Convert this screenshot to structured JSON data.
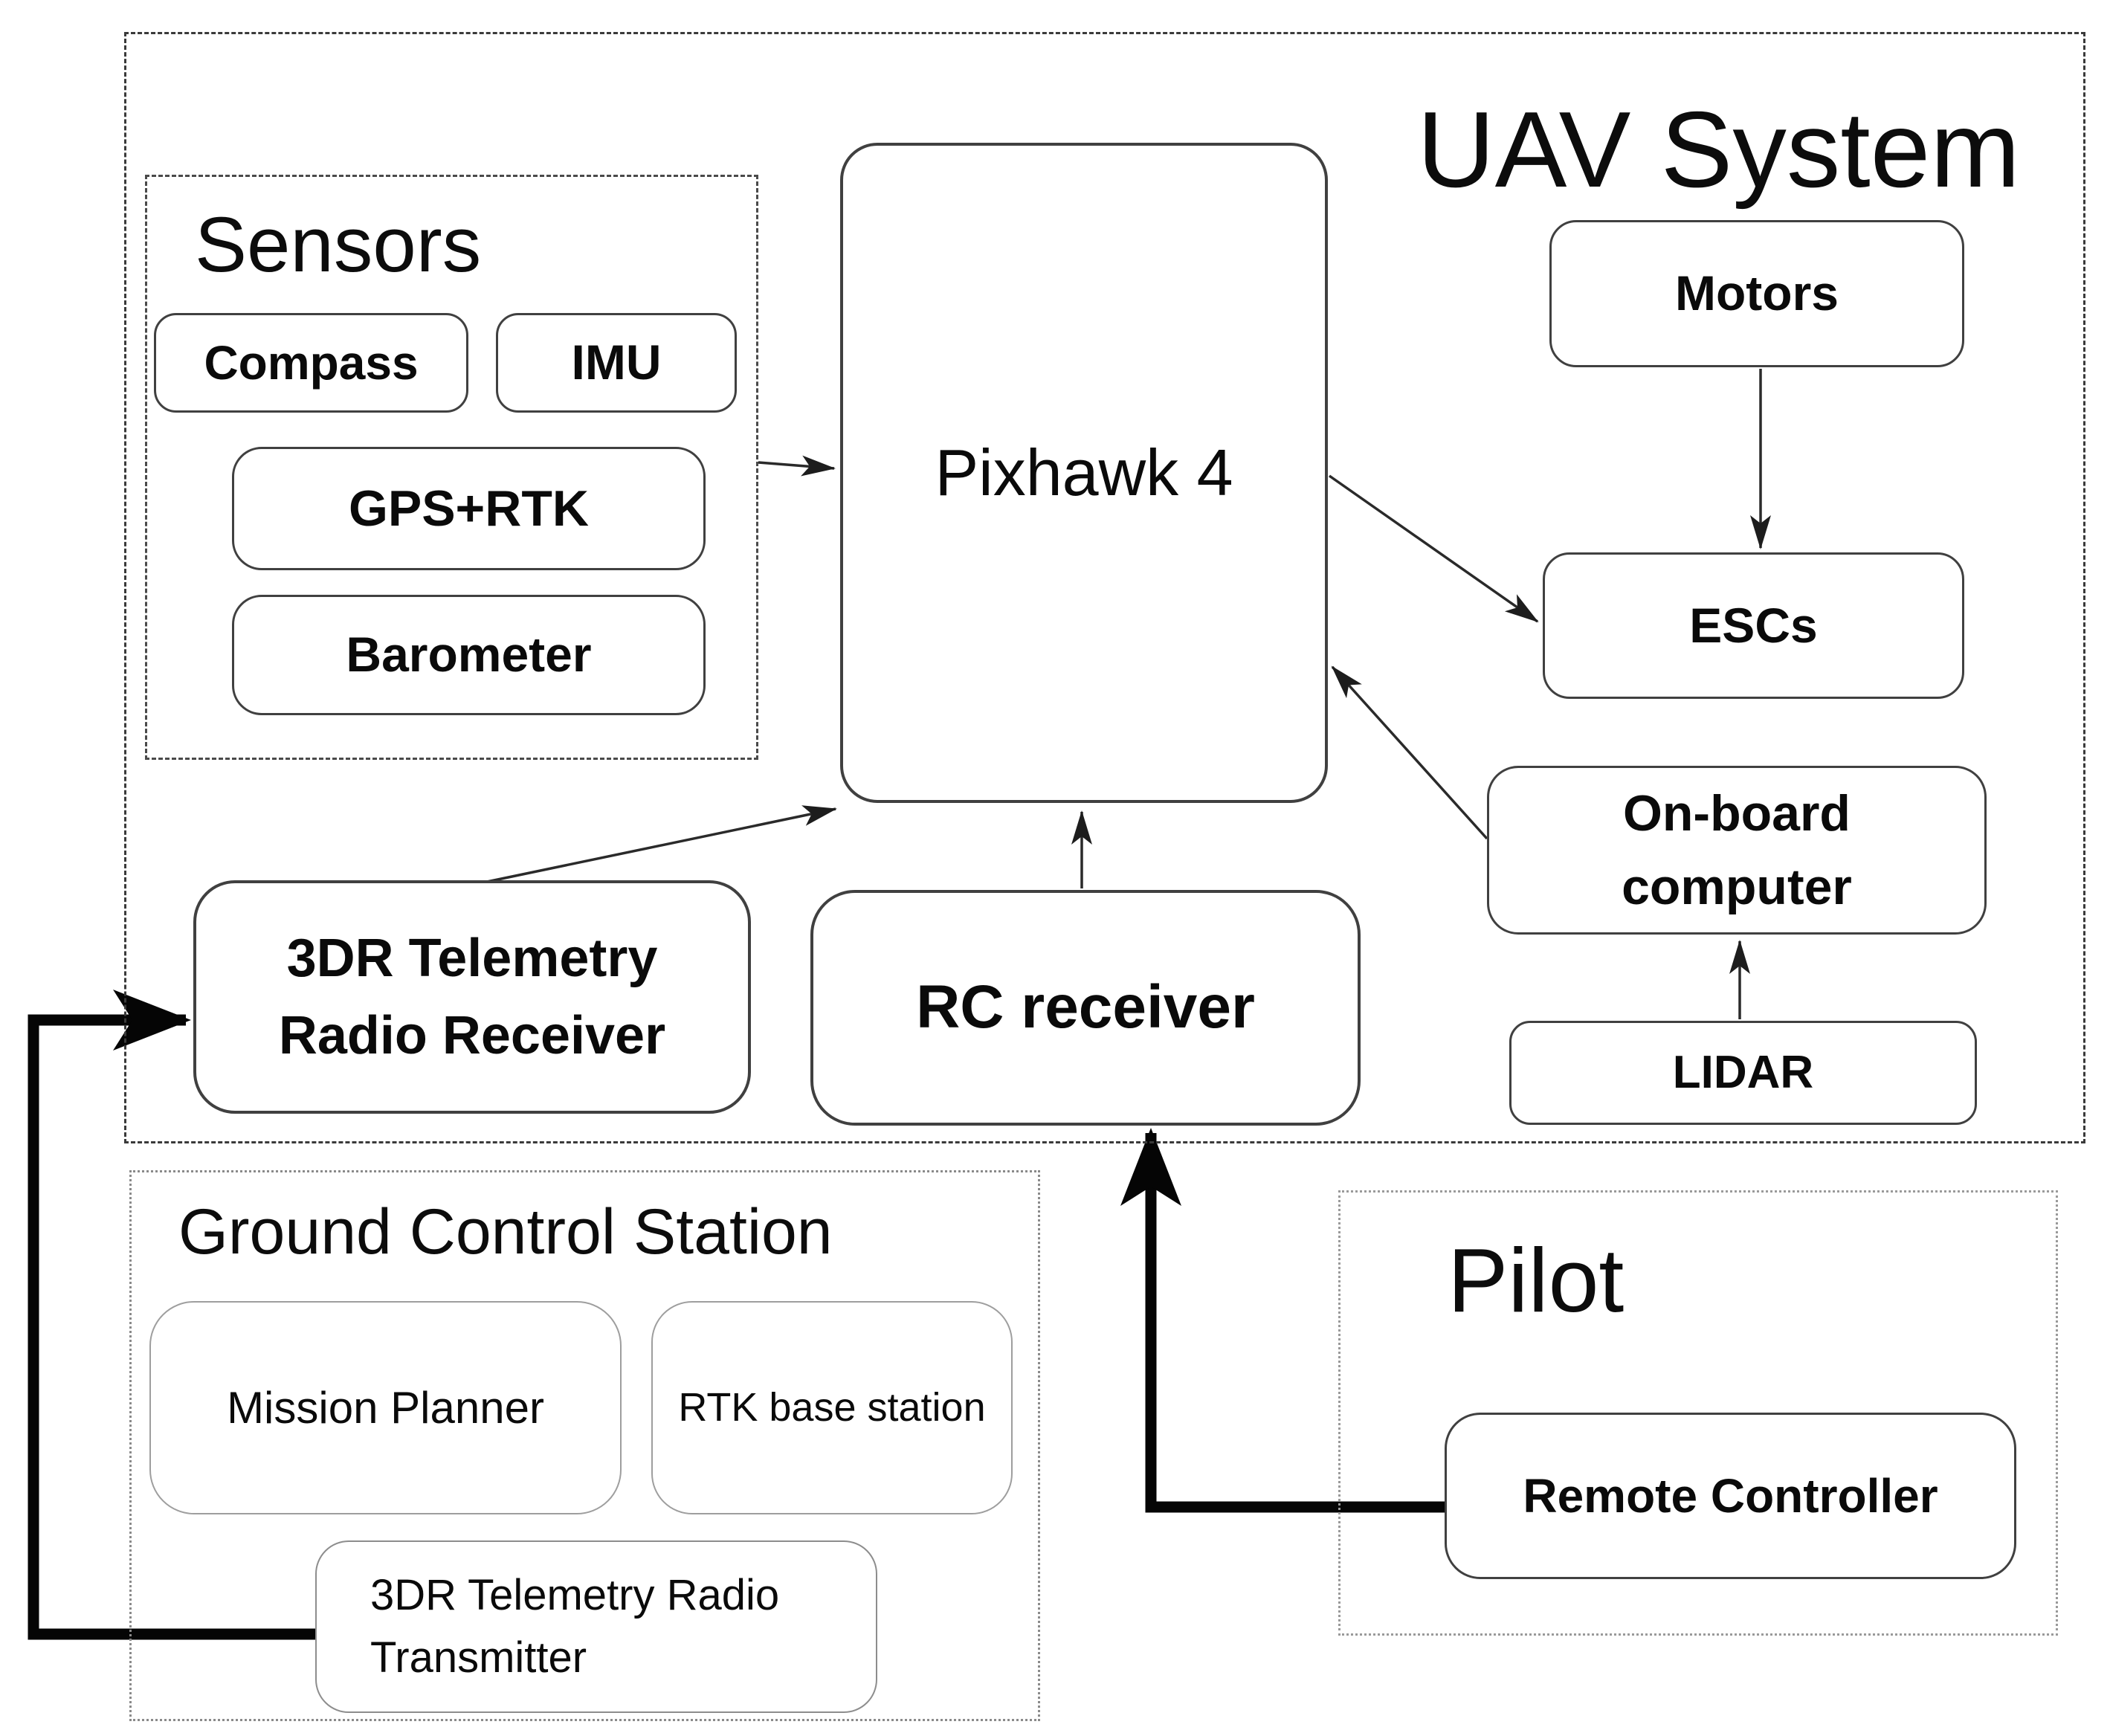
{
  "groups": {
    "uav": {
      "title": "UAV System"
    },
    "sensors": {
      "title": "Sensors"
    },
    "gcs": {
      "title": "Ground Control Station"
    },
    "pilot": {
      "title": "Pilot"
    }
  },
  "nodes": {
    "compass": {
      "label": "Compass"
    },
    "imu": {
      "label": "IMU"
    },
    "gps_rtk": {
      "label": "GPS+RTK"
    },
    "barometer": {
      "label": "Barometer"
    },
    "pixhawk": {
      "label": "Pixhawk 4"
    },
    "motors": {
      "label": "Motors"
    },
    "escs": {
      "label": "ESCs"
    },
    "onboard_computer": {
      "label": "On-board\ncomputer"
    },
    "lidar": {
      "label": "LIDAR"
    },
    "telemetry_receiver": {
      "label": "3DR Telemetry\nRadio Receiver"
    },
    "rc_receiver": {
      "label": "RC receiver"
    },
    "mission_planner": {
      "label": "Mission Planner"
    },
    "rtk_base_station": {
      "label": "RTK base station"
    },
    "telemetry_transmitter": {
      "label": "3DR Telemetry Radio\nTransmitter"
    },
    "remote_controller": {
      "label": "Remote Controller"
    }
  },
  "edges": [
    {
      "from": "sensors",
      "to": "pixhawk",
      "style": "thin"
    },
    {
      "from": "telemetry_receiver",
      "to": "pixhawk",
      "style": "thin"
    },
    {
      "from": "rc_receiver",
      "to": "pixhawk",
      "style": "thin"
    },
    {
      "from": "motors",
      "to": "escs",
      "style": "thin"
    },
    {
      "from": "pixhawk",
      "to": "escs",
      "style": "thin"
    },
    {
      "from": "onboard_computer",
      "to": "pixhawk",
      "style": "thin"
    },
    {
      "from": "lidar",
      "to": "onboard_computer",
      "style": "thin"
    },
    {
      "from": "telemetry_transmitter",
      "to": "telemetry_receiver",
      "style": "thick"
    },
    {
      "from": "remote_controller",
      "to": "rc_receiver",
      "style": "thick"
    }
  ],
  "colors": {
    "background": "#ffffff",
    "stroke_thin": "#2a2a2a",
    "stroke_thick": "#050505",
    "text": "#0e0e0e"
  }
}
